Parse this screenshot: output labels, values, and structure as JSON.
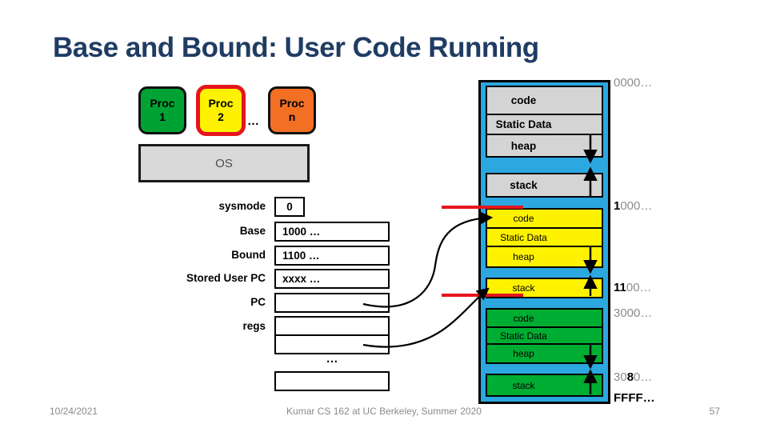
{
  "title": "Base and Bound: User Code Running",
  "processes": {
    "proc1": {
      "line1": "Proc",
      "line2": "1"
    },
    "proc2": {
      "line1": "Proc",
      "line2": "2"
    },
    "procn": {
      "line1": "Proc",
      "line2": "n"
    },
    "ellipsis": "…",
    "os": "OS"
  },
  "registers": {
    "sysmode": {
      "label": "sysmode",
      "value": "0"
    },
    "base": {
      "label": "Base",
      "value": "1000 …"
    },
    "bound": {
      "label": "Bound",
      "value": "1100 …"
    },
    "stored_user_pc": {
      "label": "Stored User PC",
      "value": "xxxx …"
    },
    "pc": {
      "label": "PC",
      "value": ""
    },
    "regs": {
      "label": "regs",
      "value1": "",
      "value2": ""
    },
    "ellipsis": "…",
    "extra": {
      "value": ""
    }
  },
  "memory": {
    "sections": [
      {
        "name": "os-memory",
        "address": "0000…",
        "segments": [
          "code",
          "Static Data",
          "heap",
          "stack"
        ]
      },
      {
        "name": "proc2-memory",
        "address": "1000…",
        "segments": [
          "code",
          "Static Data",
          "heap",
          "stack"
        ]
      },
      {
        "name": "proc1-memory",
        "address": "3000…",
        "segments": [
          "code",
          "Static Data",
          "heap",
          "stack"
        ]
      }
    ]
  },
  "addresses": [
    {
      "pre": "0000…",
      "bold": "",
      "rest": ""
    },
    {
      "pre": "",
      "bold": "1",
      "rest": "000…"
    },
    {
      "pre": "",
      "bold": "11",
      "rest": "00…"
    },
    {
      "pre": "3000…",
      "bold": "",
      "rest": ""
    },
    {
      "pre": "30",
      "bold": "8",
      "rest": "0…"
    },
    {
      "pre": "",
      "bold": "FFFF…",
      "rest": ""
    }
  ],
  "footer": {
    "date": "10/24/2021",
    "center": "Kumar CS 162 at UC Berkeley, Summer 2020",
    "page": "57"
  },
  "colors": {
    "title": "#1F3C63",
    "memory_blue": "#2CA7E0",
    "proc_green": "#00A234",
    "proc_yellow": "#FFF200",
    "proc_orange": "#F26F24",
    "running_red": "#E5151D",
    "os_gray": "#D9D9D9"
  }
}
